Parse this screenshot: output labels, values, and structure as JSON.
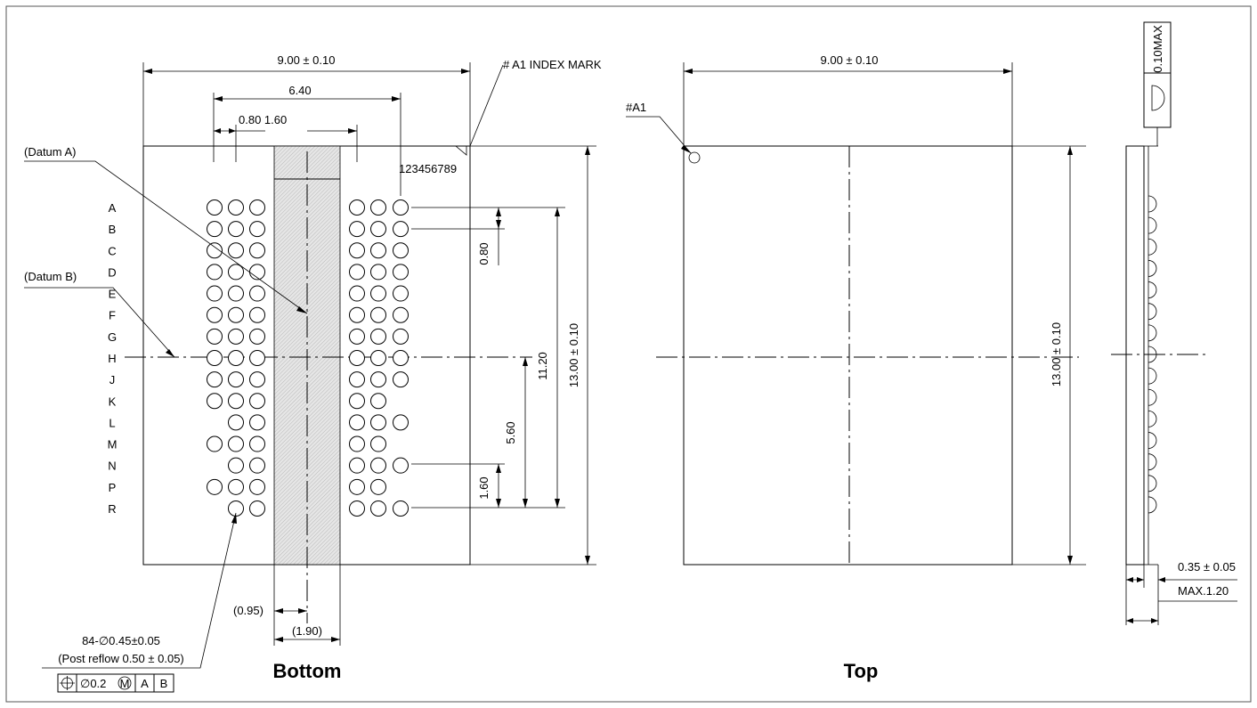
{
  "labels": {
    "dim_width_bottom": "9.00 ± 0.10",
    "dim_width_top": "9.00 ± 0.10",
    "dim_640": "6.40",
    "dim_080_160": "0.80 1.60",
    "index_mark": "# A1 INDEX MARK",
    "column_numbers": "123456789",
    "a1_top": "#A1",
    "datum_a": "(Datum A)",
    "datum_b": "(Datum B)",
    "dim_080_v": "0.80",
    "dim_1120": "11.20",
    "dim_560": "5.60",
    "dim_160_v": "1.60",
    "dim_height_bottom": "13.00 ± 0.10",
    "dim_height_top": "13.00 ± 0.10",
    "dim_095": "(0.95)",
    "dim_190": "(1.90)",
    "ball_spec": "84-∅0.45±0.05",
    "post_reflow": "(Post reflow 0.50 ± 0.05)",
    "tol_value": "∅0.2",
    "tol_m": "M",
    "tol_a": "A",
    "tol_b": "B",
    "max_thickness": "0.10MAX",
    "dim_035": "0.35 ± 0.05",
    "max_120": "MAX.1.20",
    "view_bottom": "Bottom",
    "view_top": "Top"
  },
  "rows": [
    "A",
    "B",
    "C",
    "D",
    "E",
    "F",
    "G",
    "H",
    "J",
    "K",
    "L",
    "M",
    "N",
    "P",
    "R"
  ],
  "ball_map": [
    "111111",
    "111111",
    "111111",
    "111111",
    "111111",
    "111111",
    "111111",
    "111111",
    "111111",
    "111110",
    "011111",
    "111110",
    "011111",
    "111110",
    "011111"
  ],
  "colors": {
    "line": "#000000",
    "shade": "#d9d9d9",
    "frame": "#555555"
  }
}
